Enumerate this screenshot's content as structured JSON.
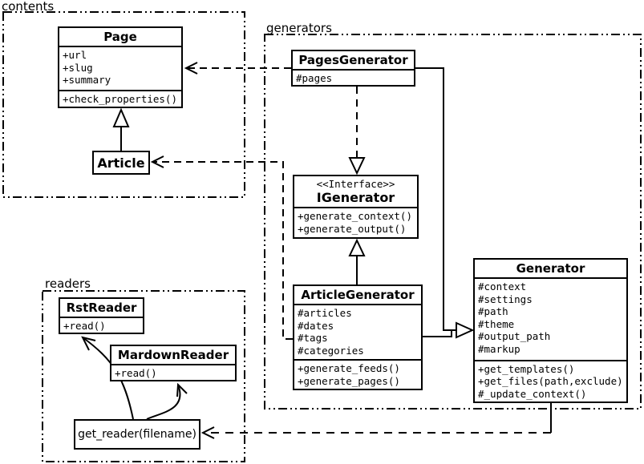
{
  "diagram": {
    "type": "uml-class-diagram",
    "colors": {
      "stroke": "#000000",
      "background": "#ffffff"
    }
  },
  "packages": {
    "contents": {
      "label": "contents"
    },
    "generators": {
      "label": "generators"
    },
    "readers": {
      "label": "readers"
    }
  },
  "classes": {
    "page": {
      "title": "Page",
      "attributes": [
        "+url",
        "+slug",
        "+summary"
      ],
      "methods": [
        "+check_properties()"
      ]
    },
    "article": {
      "title": "Article"
    },
    "pages_generator": {
      "title": "PagesGenerator",
      "attributes": [
        "#pages"
      ]
    },
    "igenerator": {
      "stereotype": "<<Interface>>",
      "title": "IGenerator",
      "methods": [
        "+generate_context()",
        "+generate_output()"
      ]
    },
    "article_generator": {
      "title": "ArticleGenerator",
      "attributes": [
        "#articles",
        "#dates",
        "#tags",
        "#categories"
      ],
      "methods": [
        "+generate_feeds()",
        "+generate_pages()"
      ]
    },
    "generator": {
      "title": "Generator",
      "attributes": [
        "#context",
        "#settings",
        "#path",
        "#theme",
        "#output_path",
        "#markup"
      ],
      "methods": [
        "+get_templates()",
        "+get_files(path,exclude)",
        "#_update_context()"
      ]
    },
    "rst_reader": {
      "title": "RstReader",
      "methods": [
        "+read()"
      ]
    },
    "mardown_reader": {
      "title": "MardownReader",
      "methods": [
        "+read()"
      ]
    },
    "get_reader": {
      "label": "get_reader(filename)"
    }
  },
  "relationships": [
    {
      "from": "Article",
      "to": "Page",
      "type": "generalization"
    },
    {
      "from": "PagesGenerator",
      "to": "Page",
      "type": "dependency"
    },
    {
      "from": "ArticleGenerator",
      "to": "Article",
      "type": "dependency"
    },
    {
      "from": "PagesGenerator",
      "to": "IGenerator",
      "type": "realization"
    },
    {
      "from": "ArticleGenerator",
      "to": "IGenerator",
      "type": "generalization"
    },
    {
      "from": "PagesGenerator",
      "to": "Generator",
      "type": "generalization"
    },
    {
      "from": "ArticleGenerator",
      "to": "Generator",
      "type": "generalization"
    },
    {
      "from": "Generator",
      "to": "get_reader(filename)",
      "type": "dependency"
    },
    {
      "from": "get_reader(filename)",
      "to": "RstReader",
      "type": "arrow"
    },
    {
      "from": "get_reader(filename)",
      "to": "MardownReader",
      "type": "arrow"
    }
  ]
}
